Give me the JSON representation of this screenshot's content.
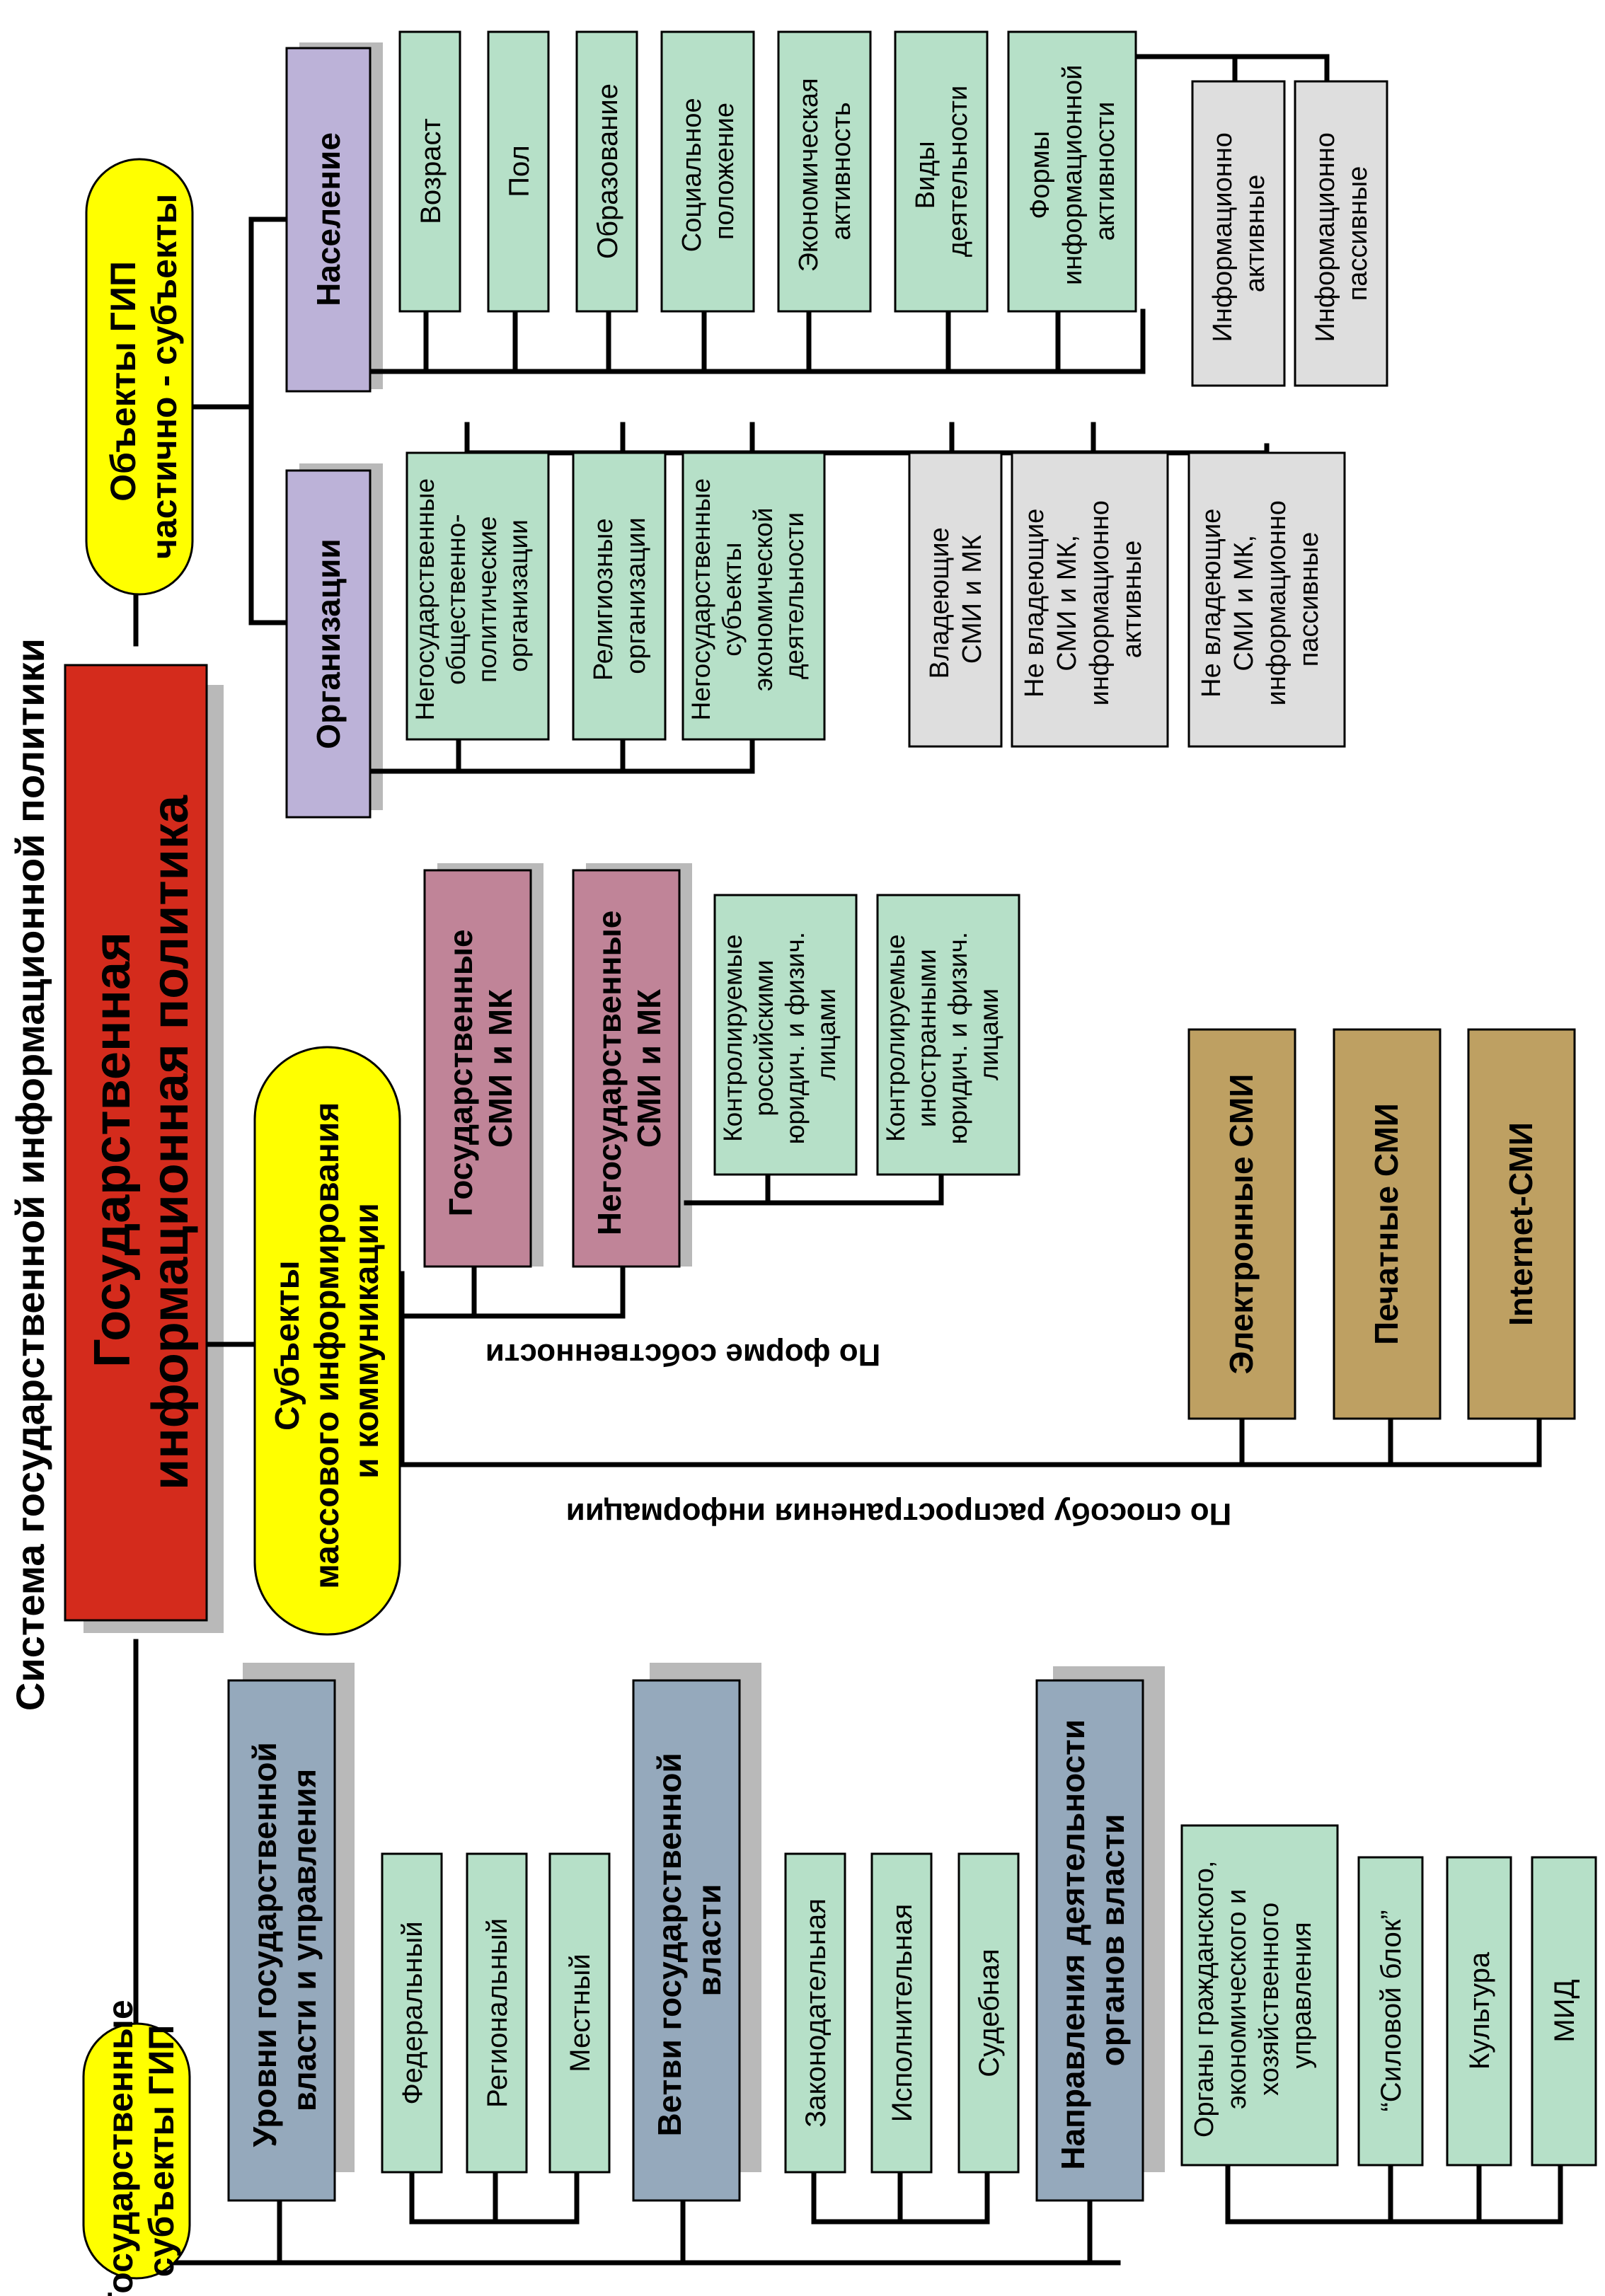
{
  "title": "Система государственной информационной политики",
  "colors": {
    "center": "#d42b1c",
    "category": "#ffff00",
    "power": "#95a9bc",
    "population": "#bcb2d8",
    "media": "#c08498",
    "media_type": "#bea062",
    "attribute": "#b6e0c8",
    "grey": "#dedede"
  },
  "center": {
    "line1": "Государственная",
    "line2": "информационная политика"
  },
  "categories": {
    "state_subjects": {
      "line1": "Государственные",
      "line2": "субъекты ГИП"
    },
    "mass_media": {
      "line1": "Субъекты",
      "line2": "массового информирования",
      "line3": "и коммуникации"
    },
    "objects": {
      "line1": "Объекты ГИП",
      "line2": "частично - субъекты"
    }
  },
  "state_power": {
    "levels": {
      "title1": "Уровни государственной",
      "title2": "власти и управления",
      "items": [
        "Федеральный",
        "Региональный",
        "Местный"
      ]
    },
    "branches": {
      "title1": "Ветви государственной",
      "title2": "власти",
      "items": [
        "Законодательная",
        "Исполнительная",
        "Судебная"
      ]
    },
    "directions": {
      "title1": "Направления деятельности",
      "title2": "органов власти",
      "organs": {
        "line1": "Органы гражданского,",
        "line2": "экономического и",
        "line3": "хозяйственного",
        "line4": "управления"
      },
      "items": [
        "“Силовой блок”",
        "Культура",
        "МИД"
      ]
    }
  },
  "mass_media_detail": {
    "ownership_label": "По форме собственности",
    "distribution_label": "По способу распространения информации",
    "state_media": {
      "line1": "Государственные",
      "line2": "СМИ и МК"
    },
    "nonstate_media": {
      "line1": "Негосударственные",
      "line2": "СМИ и МК"
    },
    "controlled_russian": {
      "line1": "Контролируемые",
      "line2": "российскими",
      "line3": "юридич. и физич.",
      "line4": "лицами"
    },
    "controlled_foreign": {
      "line1": "Контролируемые",
      "line2": "иностранными",
      "line3": "юридич. и физич.",
      "line4": "лицами"
    },
    "types": [
      "Электронные СМИ",
      "Печатные СМИ",
      "Internet-СМИ"
    ]
  },
  "organizations": {
    "title": "Организации",
    "public_political": {
      "line1": "Негосударственные",
      "line2": "общественно-",
      "line3": "политические",
      "line4": "организации"
    },
    "religious": {
      "line1": "Религиозные",
      "line2": "организации"
    },
    "economic": {
      "line1": "Негосударственные",
      "line2": "субъекты",
      "line3": "экономической",
      "line4": "деятельности"
    },
    "owning": {
      "line1": "Владеющие",
      "line2": "СМИ и МК"
    },
    "not_owning_active": {
      "line1": "Не владеющие",
      "line2": "СМИ и МК,",
      "line3": "информационно",
      "line4": "активные"
    },
    "not_owning_passive": {
      "line1": "Не владеющие",
      "line2": "СМИ и МК,",
      "line3": "информационно",
      "line4": "пассивные"
    }
  },
  "population": {
    "title": "Население",
    "age": "Возраст",
    "sex": "Пол",
    "education": "Образование",
    "social": {
      "line1": "Социальное",
      "line2": "положение"
    },
    "economic": {
      "line1": "Экономическая",
      "line2": "активность"
    },
    "activity": {
      "line1": "Виды",
      "line2": "деятельности"
    },
    "forms": {
      "line1": "Формы",
      "line2": "информационной",
      "line3": "активности"
    },
    "active": {
      "line1": "Информационно",
      "line2": "активные"
    },
    "passive": {
      "line1": "Информационно",
      "line2": "пассивные"
    }
  }
}
